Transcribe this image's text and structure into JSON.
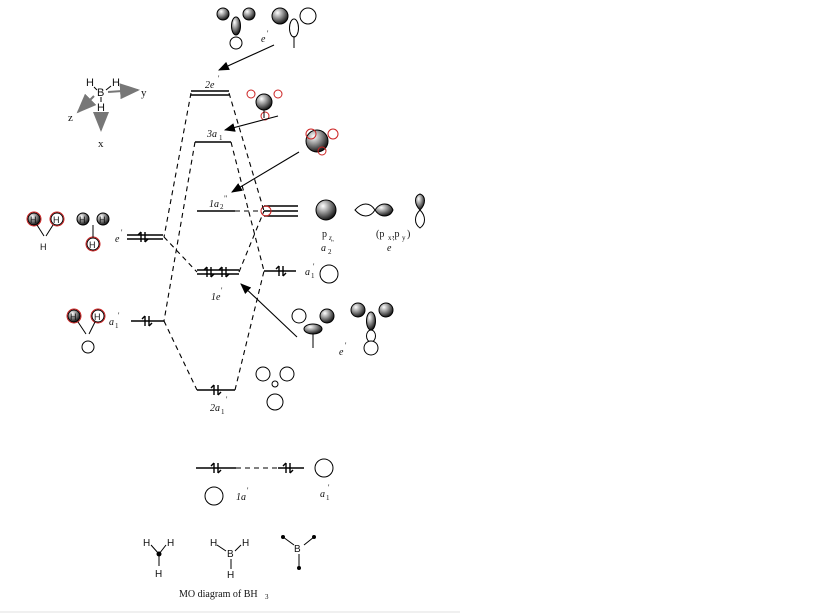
{
  "title": "MO diagram of BH",
  "title_subscript": "3",
  "axes": {
    "x": "x",
    "y": "y",
    "z": "z",
    "atom_b": "B",
    "atom_h": "H"
  },
  "labels": {
    "level_2e": "2e",
    "level_3a1": "3a",
    "level_1a2": "1a",
    "level_1e": "1e",
    "level_2a1": "2a",
    "level_1a": "1a",
    "lig_e": "e",
    "lig_a1": "a",
    "b_a1": "a",
    "b_a1_lower": "a",
    "pz_label": "p",
    "pz_sub": "z",
    "pz_sym": "a",
    "pxpy_label": "(p",
    "pxpy_mid": ",p",
    "pxpy_end": ")",
    "pxpy_sym": "e",
    "top_e": "e",
    "mid_e": "e",
    "sub_1": "1",
    "sub_2": "2",
    "prime": "'",
    "dprime": "\""
  },
  "molecules": {
    "h3_fragment": {
      "h": "H"
    },
    "bh3_center": {
      "b": "B",
      "h": "H"
    },
    "bh3_skeleton": {
      "b": "B"
    }
  }
}
